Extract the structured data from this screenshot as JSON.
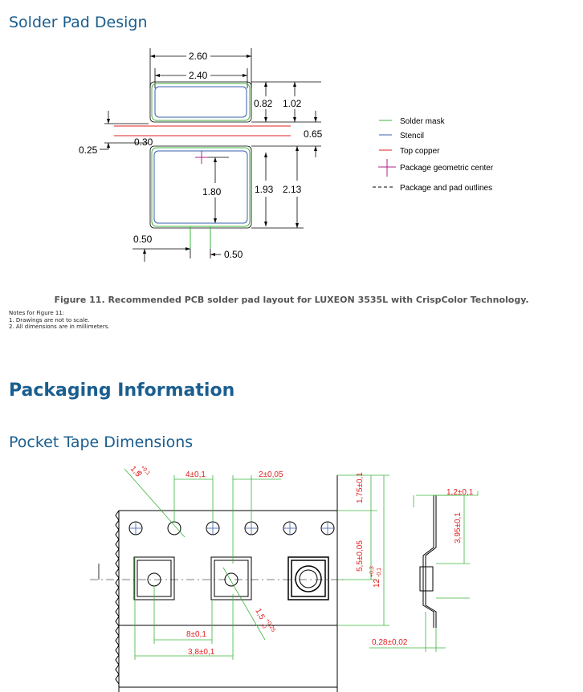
{
  "solder_section": {
    "title": "Solder Pad Design",
    "dims": {
      "d260": "2.60",
      "d240": "2.40",
      "d082": "0.82",
      "d102": "1.02",
      "d065": "0.65",
      "d025": "0.25",
      "d030": "0.30",
      "d180": "1.80",
      "d193": "1.93",
      "d213": "2.13",
      "d050a": "0.50",
      "d050b": "0.50"
    },
    "legend": [
      {
        "label": "Solder mask",
        "color": "#3cb43c"
      },
      {
        "label": "Stencil",
        "color": "#3a5fae"
      },
      {
        "label": "Top copper",
        "color": "#e02020"
      },
      {
        "label": "Package geometric center",
        "color": "#b0208a"
      },
      {
        "label": "Package and pad outlines",
        "color": "#000000"
      }
    ],
    "caption": "Figure 11. Recommended PCB solder pad layout for LUXEON 3535L with CrispColor Technology.",
    "notes": {
      "heading": "Notes for Figure 11:",
      "items": [
        "1.  Drawings are not to scale.",
        "2.  All dimensions are in millimeters."
      ]
    }
  },
  "packaging": {
    "title": "Packaging Information",
    "subtitle": "Pocket Tape Dimensions",
    "dims": {
      "d15": "1,5",
      "d15tol": "+0,1",
      "d15tol2": "-0",
      "d4": "4±0,1",
      "d2": "2±0,05",
      "d175": "1,75±0,1",
      "d55": "5,5±0,05",
      "d12": "12",
      "d12tol": "+0,3",
      "d12tol2": "-0,1",
      "d12b": "1,2±0,1",
      "d395": "3,95±0,1",
      "d8": "8±0,1",
      "d38": "3,8±0,1",
      "d15b": "1,5",
      "d15btol": "+0,25",
      "d15btol2": "-0",
      "d028": "0,28±0,02"
    }
  }
}
